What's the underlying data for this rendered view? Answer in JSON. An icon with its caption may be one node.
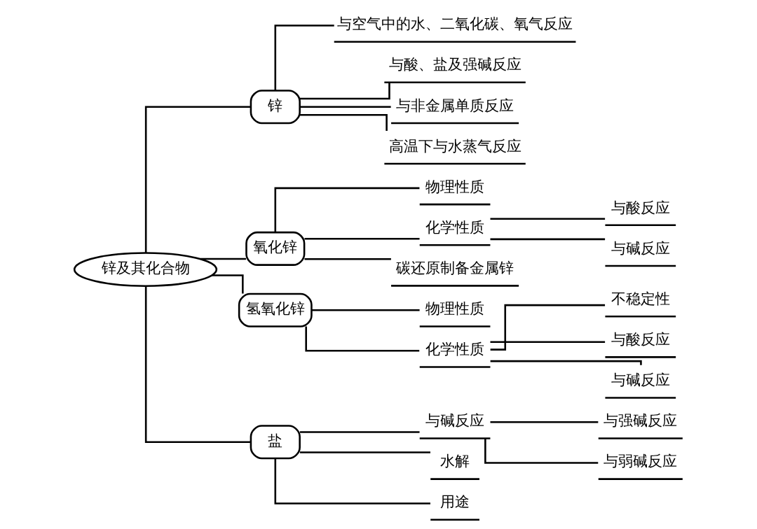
{
  "diagram": {
    "nodes": [
      {
        "text": [
          "锌及其化合物"
        ]
      },
      {
        "text": [
          "锌"
        ]
      },
      {
        "text": [
          "与空气中的水、二氧化碳、氧气反应"
        ]
      },
      {
        "text": [
          "与酸、盐及强碱反应"
        ]
      },
      {
        "text": [
          "与非金属单质反应"
        ]
      },
      {
        "text": [
          "高温下与水蒸气反应"
        ]
      },
      {
        "text": [
          "氧化锌"
        ]
      },
      {
        "text": [
          "物理性质"
        ]
      },
      {
        "text": [
          "化学性质"
        ]
      },
      {
        "text": [
          "与酸反应"
        ]
      },
      {
        "text": [
          "与碱反应"
        ]
      },
      {
        "text": [
          "碳还原制备金属锌"
        ]
      },
      {
        "text": [
          "氢氧化锌"
        ]
      },
      {
        "text": [
          "物理性质"
        ]
      },
      {
        "text": [
          "化学性质"
        ]
      },
      {
        "text": [
          "不稳定性"
        ]
      },
      {
        "text": [
          "与酸反应"
        ]
      },
      {
        "text": [
          "与碱反应"
        ]
      },
      {
        "text": [
          "盐"
        ]
      },
      {
        "text": [
          "与碱反应"
        ]
      },
      {
        "text": [
          "与强碱反应"
        ]
      },
      {
        "text": [
          "与弱碱反应"
        ]
      },
      {
        "text": [
          "水解"
        ]
      },
      {
        "text": [
          "用途"
        ]
      }
    ],
    "edges": [
      {
        "from": 0,
        "to": 1,
        "arrow": "none"
      },
      {
        "from": 1,
        "to": 2,
        "arrow": "none"
      },
      {
        "from": 1,
        "to": 3,
        "arrow": "none"
      },
      {
        "from": 1,
        "to": 4,
        "arrow": "none"
      },
      {
        "from": 1,
        "to": 5,
        "arrow": "none"
      },
      {
        "from": 0,
        "to": 6,
        "arrow": "none"
      },
      {
        "from": 6,
        "to": 7,
        "arrow": "none"
      },
      {
        "from": 6,
        "to": 8,
        "arrow": "none"
      },
      {
        "from": 8,
        "to": 9,
        "arrow": "none"
      },
      {
        "from": 8,
        "to": 10,
        "arrow": "none"
      },
      {
        "from": 6,
        "to": 11,
        "arrow": "none"
      },
      {
        "from": 0,
        "to": 12,
        "arrow": "none"
      },
      {
        "from": 12,
        "to": 13,
        "arrow": "none"
      },
      {
        "from": 12,
        "to": 14,
        "arrow": "none"
      },
      {
        "from": 14,
        "to": 15,
        "arrow": "none"
      },
      {
        "from": 14,
        "to": 16,
        "arrow": "none"
      },
      {
        "from": 14,
        "to": 17,
        "arrow": "none"
      },
      {
        "from": 0,
        "to": 18,
        "arrow": "none"
      },
      {
        "from": 18,
        "to": 19,
        "arrow": "none"
      },
      {
        "from": 19,
        "to": 20,
        "arrow": "none"
      },
      {
        "from": 19,
        "to": 21,
        "arrow": "none"
      },
      {
        "from": 18,
        "to": 22,
        "arrow": "none"
      },
      {
        "from": 18,
        "to": 23,
        "arrow": "none"
      }
    ]
  }
}
